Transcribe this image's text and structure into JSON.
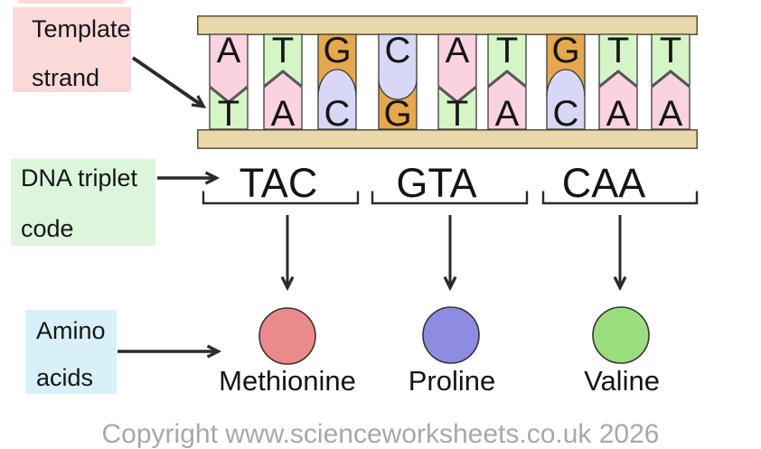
{
  "labels": {
    "template_strand": {
      "line1": "Template",
      "line2": "strand"
    },
    "dna_triplet_code": {
      "line1": "DNA triplet",
      "line2": "code"
    },
    "amino_acids": {
      "line1": "Amino",
      "line2": "acids"
    }
  },
  "dna": {
    "top_strand": "ATGCATGTT",
    "bottom_strand": "TACGTACAA",
    "pairs": [
      {
        "top": "A",
        "bottom": "T"
      },
      {
        "top": "T",
        "bottom": "A"
      },
      {
        "top": "G",
        "bottom": "C"
      },
      {
        "top": "C",
        "bottom": "G"
      },
      {
        "top": "A",
        "bottom": "T"
      },
      {
        "top": "T",
        "bottom": "A"
      },
      {
        "top": "G",
        "bottom": "C"
      },
      {
        "top": "T",
        "bottom": "A"
      },
      {
        "top": "T",
        "bottom": "A"
      }
    ]
  },
  "triplets": [
    {
      "code": "TAC",
      "amino_acid": "Methionine",
      "circle_color": "#ea8a8a"
    },
    {
      "code": "GTA",
      "amino_acid": "Proline",
      "circle_color": "#8d8ce0"
    },
    {
      "code": "CAA",
      "amino_acid": "Valine",
      "circle_color": "#9ade7e"
    }
  ],
  "copyright": "Copyright www.scienceworksheets.co.uk 2026",
  "colors": {
    "template_box": "#fbd9d9",
    "triplet_box": "#dcf6dc",
    "amino_box": "#d7f0f9",
    "strand_bar": "#e9d8a9",
    "base_pink": "#fbd2e0",
    "base_green": "#d6f5c6",
    "base_orange": "#e6a84e",
    "base_lavender": "#d8d7f6",
    "arrow": "#2b2b2b",
    "copyright_text": "#a8a8a8"
  }
}
